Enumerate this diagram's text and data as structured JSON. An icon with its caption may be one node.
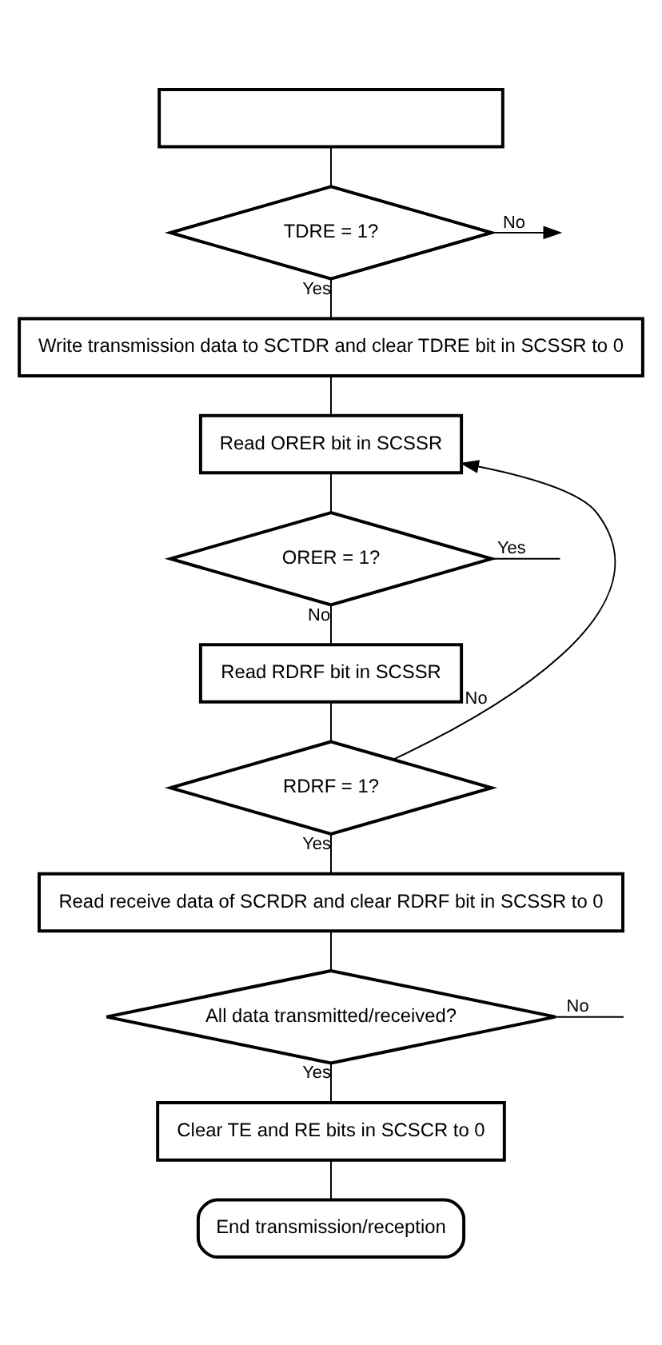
{
  "diagram": {
    "nodes": [
      {
        "text": [],
        "shape": "box"
      },
      {
        "text": [
          "TDRE = 1?"
        ]
      },
      {
        "text": [
          "Write transmission data to SCTDR and clear TDRE bit in SCSSR to 0"
        ]
      },
      {
        "text": [
          "Read ORER bit in SCSSR"
        ]
      },
      {
        "text": [
          "ORER = 1?"
        ]
      },
      {
        "text": [
          "Read RDRF bit in SCSSR"
        ]
      },
      {
        "text": [
          "RDRF = 1?"
        ]
      },
      {
        "text": [
          "Read receive data of SCRDR and clear RDRF bit in SCSSR to 0"
        ]
      },
      {
        "text": [
          "All data transmitted/received?"
        ]
      },
      {
        "text": [
          "Clear TE and RE bits in SCSCR to 0"
        ]
      },
      {
        "text": [
          "End transmission/reception"
        ]
      }
    ],
    "edges": [
      {
        "from": 0,
        "to": 1,
        "arrow": "none"
      },
      {
        "from": 1,
        "to": null,
        "arrow": "to",
        "label": "No"
      },
      {
        "from": 1,
        "to": 2,
        "arrow": "none",
        "label": "Yes"
      },
      {
        "from": 2,
        "to": 3,
        "arrow": "none"
      },
      {
        "from": 3,
        "to": 4,
        "arrow": "none"
      },
      {
        "from": 4,
        "to": null,
        "arrow": "none",
        "label": "Yes"
      },
      {
        "from": 4,
        "to": 5,
        "arrow": "none",
        "label": "No"
      },
      {
        "from": 5,
        "to": 6,
        "arrow": "none"
      },
      {
        "from": 6,
        "to": 3,
        "arrow": "to",
        "label": "No"
      },
      {
        "from": 6,
        "to": 7,
        "arrow": "none",
        "label": "Yes"
      },
      {
        "from": 7,
        "to": 8,
        "arrow": "none"
      },
      {
        "from": 8,
        "to": null,
        "arrow": "none",
        "label": "No"
      },
      {
        "from": 8,
        "to": 9,
        "arrow": "none",
        "label": "Yes"
      },
      {
        "from": 9,
        "to": 10,
        "arrow": "none"
      }
    ]
  }
}
